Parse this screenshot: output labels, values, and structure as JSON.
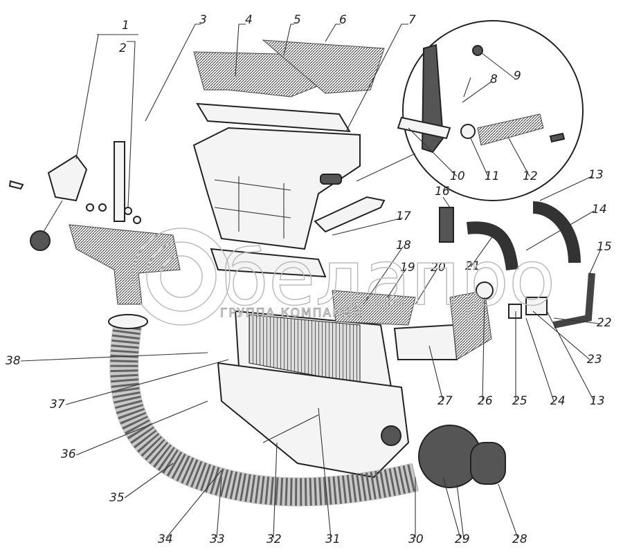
{
  "diagram": {
    "title": "Heater assembly exploded view",
    "callouts": [
      "1",
      "2",
      "3",
      "4",
      "5",
      "6",
      "7",
      "8",
      "9",
      "10",
      "11",
      "12",
      "13",
      "14",
      "15",
      "16",
      "17",
      "18",
      "19",
      "20",
      "21",
      "22",
      "23",
      "13",
      "24",
      "25",
      "26",
      "27",
      "28",
      "29",
      "30",
      "31",
      "32",
      "33",
      "34",
      "35",
      "36",
      "37",
      "38"
    ],
    "watermark": {
      "logo": "белапро",
      "subtitle": "ГРУППА КОМПАНИЙ"
    }
  }
}
